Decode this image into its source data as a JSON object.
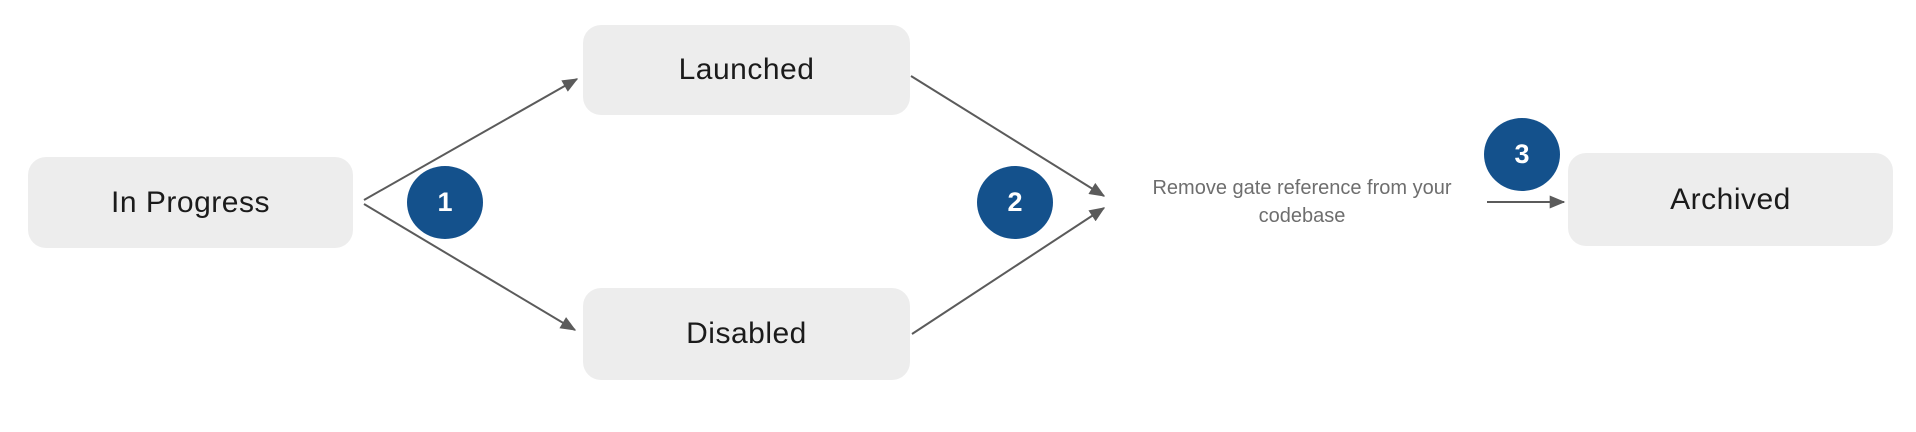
{
  "diagram": {
    "nodes": [
      {
        "id": "in-progress",
        "label": "In Progress"
      },
      {
        "id": "launched",
        "label": "Launched"
      },
      {
        "id": "disabled",
        "label": "Disabled"
      },
      {
        "id": "archived",
        "label": "Archived"
      }
    ],
    "steps": [
      {
        "label": "1"
      },
      {
        "label": "2"
      },
      {
        "label": "3"
      }
    ],
    "annotation": {
      "text": "Remove gate reference from your codebase"
    },
    "colors": {
      "canvas_bg": "#ffffff",
      "node_bg": "#ededed",
      "node_text": "#1b1b1b",
      "step_bg": "#14518c",
      "step_text": "#ffffff",
      "arrow": "#5b5b5b",
      "annotation_text": "#6e6e6e"
    }
  }
}
